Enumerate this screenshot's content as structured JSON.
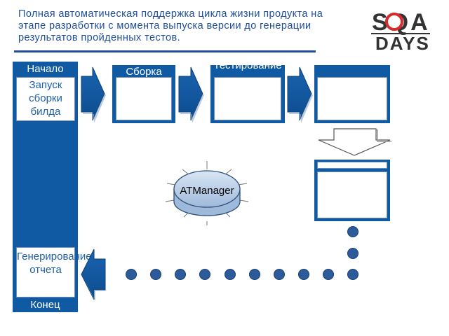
{
  "header": {
    "title": "Полная автоматическая поддержка цикла жизни продукта на этапе разработки с момента выпуска версии до генерации результатов пройденных тестов."
  },
  "logo": {
    "line1": "SQA",
    "line2": "DAYS",
    "accent_color": "#d72b2b"
  },
  "flow": {
    "start_label": "Начало",
    "launch_label": "Запуск сборки билда",
    "build_label": "Сборка",
    "test_label": "Тестирование",
    "report_label": "Генерирование отчета",
    "end_label": "Конец",
    "manager_label": "ATManager"
  },
  "colors": {
    "primary_blue": "#0f5aa3",
    "dot_blue": "#2b5b9a",
    "text_blue": "#1f5ea8"
  }
}
